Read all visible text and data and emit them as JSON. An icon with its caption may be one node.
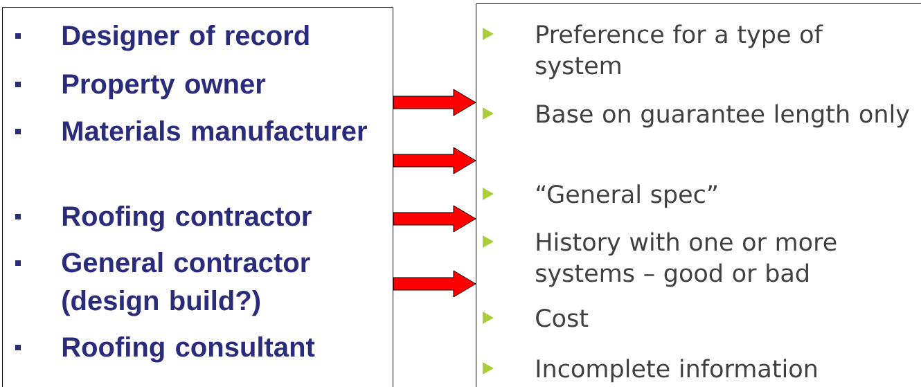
{
  "diagram": {
    "nodes": [
      {
        "text": [
          "Designer of record",
          "Property owner",
          "Materials manufacturer",
          "Roofing contractor",
          "General contractor (design build?)",
          "Roofing consultant"
        ]
      },
      {
        "text": [
          "Preference for a type of system",
          "Base on guarantee length only",
          "“General spec”",
          "History with one or more systems – good or bad",
          "Cost",
          "Incomplete information"
        ]
      }
    ],
    "edges": [
      {
        "from": 0,
        "to": 1,
        "arrow": "to"
      },
      {
        "from": 0,
        "to": 1,
        "arrow": "to"
      },
      {
        "from": 0,
        "to": 1,
        "arrow": "to"
      },
      {
        "from": 0,
        "to": 1,
        "arrow": "to"
      }
    ]
  }
}
